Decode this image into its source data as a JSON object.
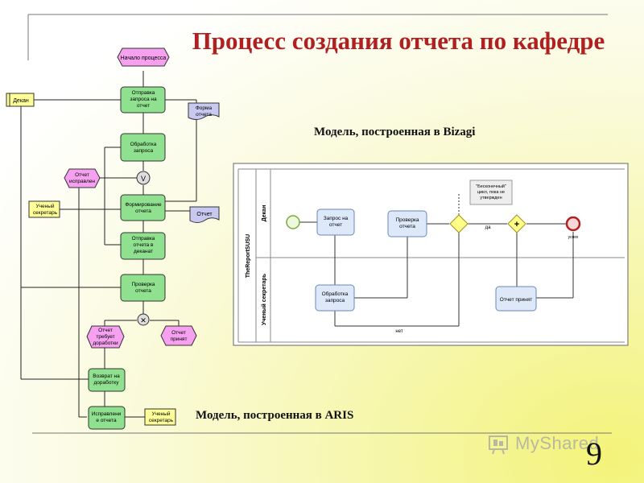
{
  "slide": {
    "title": "Процесс создания отчета по кафедре",
    "caption_bizagi": "Модель, построенная в Bizagi",
    "caption_aris": "Модель, построенная в ARIS",
    "page_number": "9",
    "watermark": "MyShared"
  },
  "aris": {
    "start_event": "Начало процесса",
    "roles": {
      "dean": "Декан",
      "scientist_1": "Ученый секретарь",
      "scientist_2": "Ученый секретарь"
    },
    "functions": {
      "send_request": "Отправка запроса на отчет",
      "process_request": "Обработка запроса",
      "form_report": "Формирование отчета",
      "send_to_dean": "Отправка отчета в деканат",
      "check_report": "Проверка отчета",
      "return_rework": "Возврат на доработку",
      "fix_report": "Исправление отчета"
    },
    "events": {
      "report_fixed": "Отчет исправлен",
      "needs_rework": "Отчет требует доработки",
      "accepted": "Отчет принят"
    },
    "documents": {
      "form": "Форма отчета",
      "report": "Отчет"
    },
    "connectors": {
      "or": "V",
      "xor": "✕"
    }
  },
  "bizagi": {
    "pool": "TheReportSUSU",
    "lanes": {
      "dean": "Декан",
      "secretary": "Ученый секретарь"
    },
    "tasks": {
      "request": "Запрос на отчет",
      "check": "Проверка отчета",
      "process": "Обработка запроса",
      "accepted": "Отчет принят"
    },
    "annotation": "\"Бесконечный\" цикл, пока не утвержден",
    "flow_labels": {
      "yes": "да",
      "no": "нет",
      "end": "успех"
    }
  },
  "colors": {
    "title": "#b02020",
    "function": "#8fe08f",
    "event": "#f6a0f0",
    "role": "#ffff99",
    "doc": "#c8c8f0",
    "bizagi_task": "#dde8f8",
    "gateway": "#ffff88"
  }
}
